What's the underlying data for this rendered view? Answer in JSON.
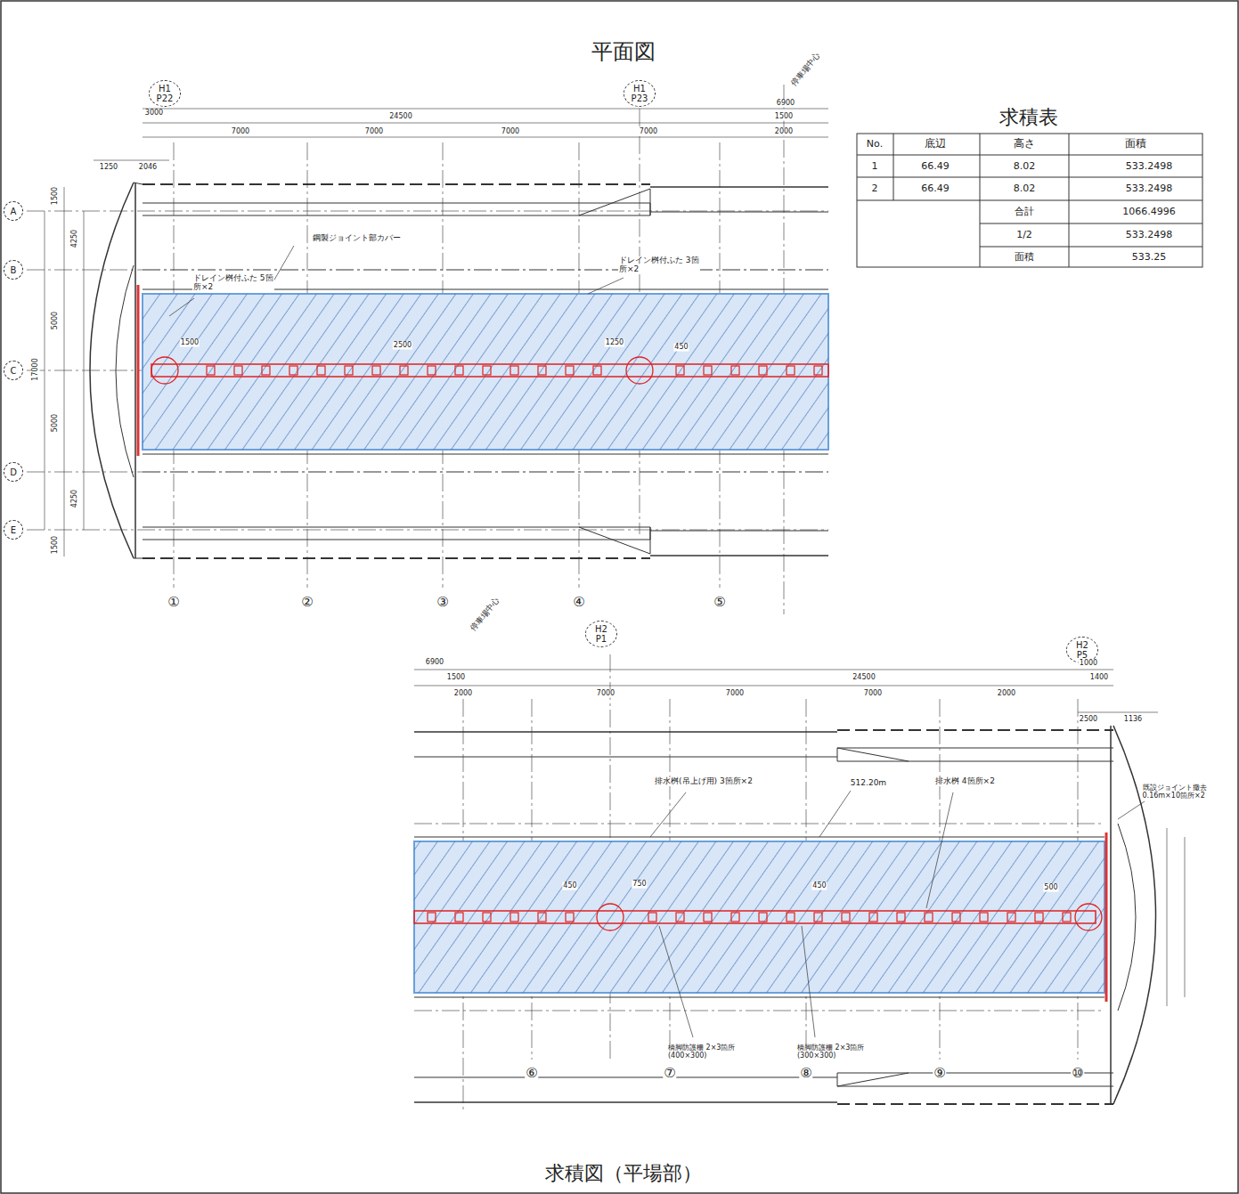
{
  "diagram": {
    "title": "平面図",
    "caption": "求積図（平場部）",
    "nodes": [
      {
        "text": [
          "H1 P22"
        ]
      },
      {
        "text": [
          "H1 P23"
        ]
      },
      {
        "text": [
          "H2 P1"
        ]
      },
      {
        "text": [
          "H2 P5"
        ]
      },
      {
        "text": [
          "A"
        ]
      },
      {
        "text": [
          "B"
        ]
      },
      {
        "text": [
          "C"
        ]
      },
      {
        "text": [
          "D"
        ]
      },
      {
        "text": [
          "E"
        ]
      }
    ],
    "labels": [
      "停車場中心",
      "6900",
      "3000",
      "24500",
      "1500",
      "7000",
      "7000",
      "7000",
      "7000",
      "2000",
      "1250",
      "2046",
      "1500",
      "4250",
      "5000",
      "17000",
      "5000",
      "4250",
      "1500",
      "鋼製ジョイント部カバー",
      "ドレイン桝付ふた 5箇所×2",
      "ドレイン桝付ふた 3箇所×2",
      "1500",
      "2500",
      "1250",
      "450",
      "停車場中心",
      "6900",
      "1500",
      "24500",
      "1000",
      "1400",
      "2000",
      "7000",
      "7000",
      "7000",
      "2000",
      "2500",
      "1136",
      "排水桝(吊上げ用) 3箇所×2",
      "512.20m",
      "排水桝 4箇所×2",
      "既設ジョイント撤去 0.16m×10箇所×2",
      "450",
      "750",
      "450",
      "500",
      "橋脚防護柵 2×3箇所 (400×300)",
      "橋脚防護柵 2×3箇所 (300×300)",
      "求積表",
      "No.",
      "底辺",
      "高さ",
      "面積",
      "1",
      "66.49",
      "8.02",
      "533.2498",
      "2",
      "66.49",
      "8.02",
      "533.2498",
      "合計",
      "1066.4996",
      "1/2",
      "533.2498",
      "面積",
      "533.25",
      "①",
      "②",
      "③",
      "④",
      "⑤",
      "⑥",
      "⑦",
      "⑧",
      "⑨",
      "⑩"
    ]
  }
}
